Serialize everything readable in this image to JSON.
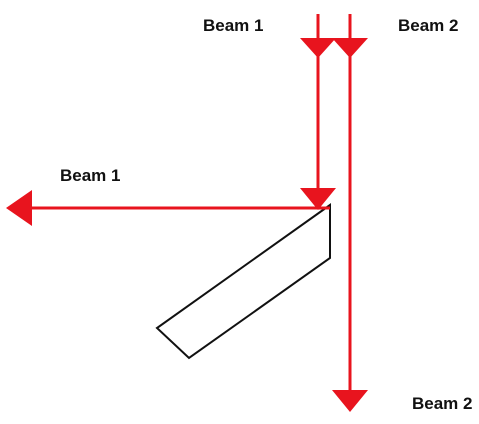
{
  "labels": {
    "beam1_top": "Beam 1",
    "beam2_top": "Beam 2",
    "beam1_reflected": "Beam 1",
    "beam2_bottom": "Beam 2"
  },
  "colors": {
    "beam": "#e8141e",
    "mirror_stroke": "#111111",
    "text": "#111111",
    "background": "#ffffff"
  }
}
